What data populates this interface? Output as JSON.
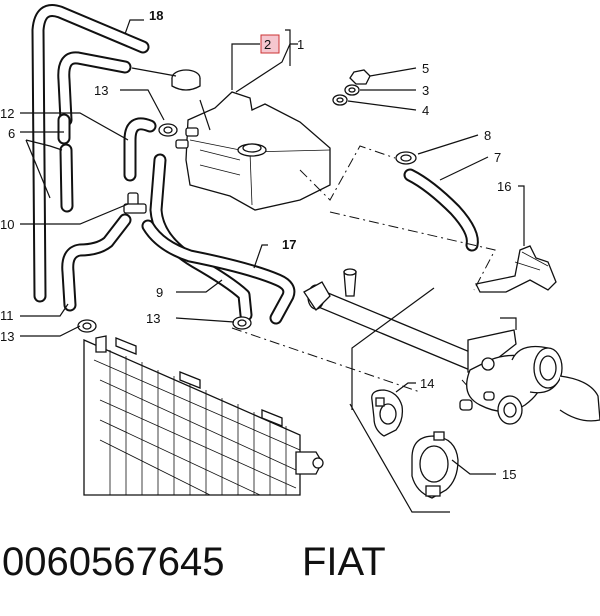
{
  "callouts": {
    "c1": "1",
    "c2": "2",
    "c3": "3",
    "c4": "4",
    "c5": "5",
    "c6": "6",
    "c7": "7",
    "c8": "8",
    "c9": "9",
    "c10": "10",
    "c11": "11",
    "c12": "12",
    "c13a": "13",
    "c13b": "13",
    "c13c": "13",
    "c14": "14",
    "c15": "15",
    "c16": "16",
    "c17": "17",
    "c18": "18"
  },
  "caption": {
    "part_number": "0060567645",
    "brand": "FIAT"
  }
}
